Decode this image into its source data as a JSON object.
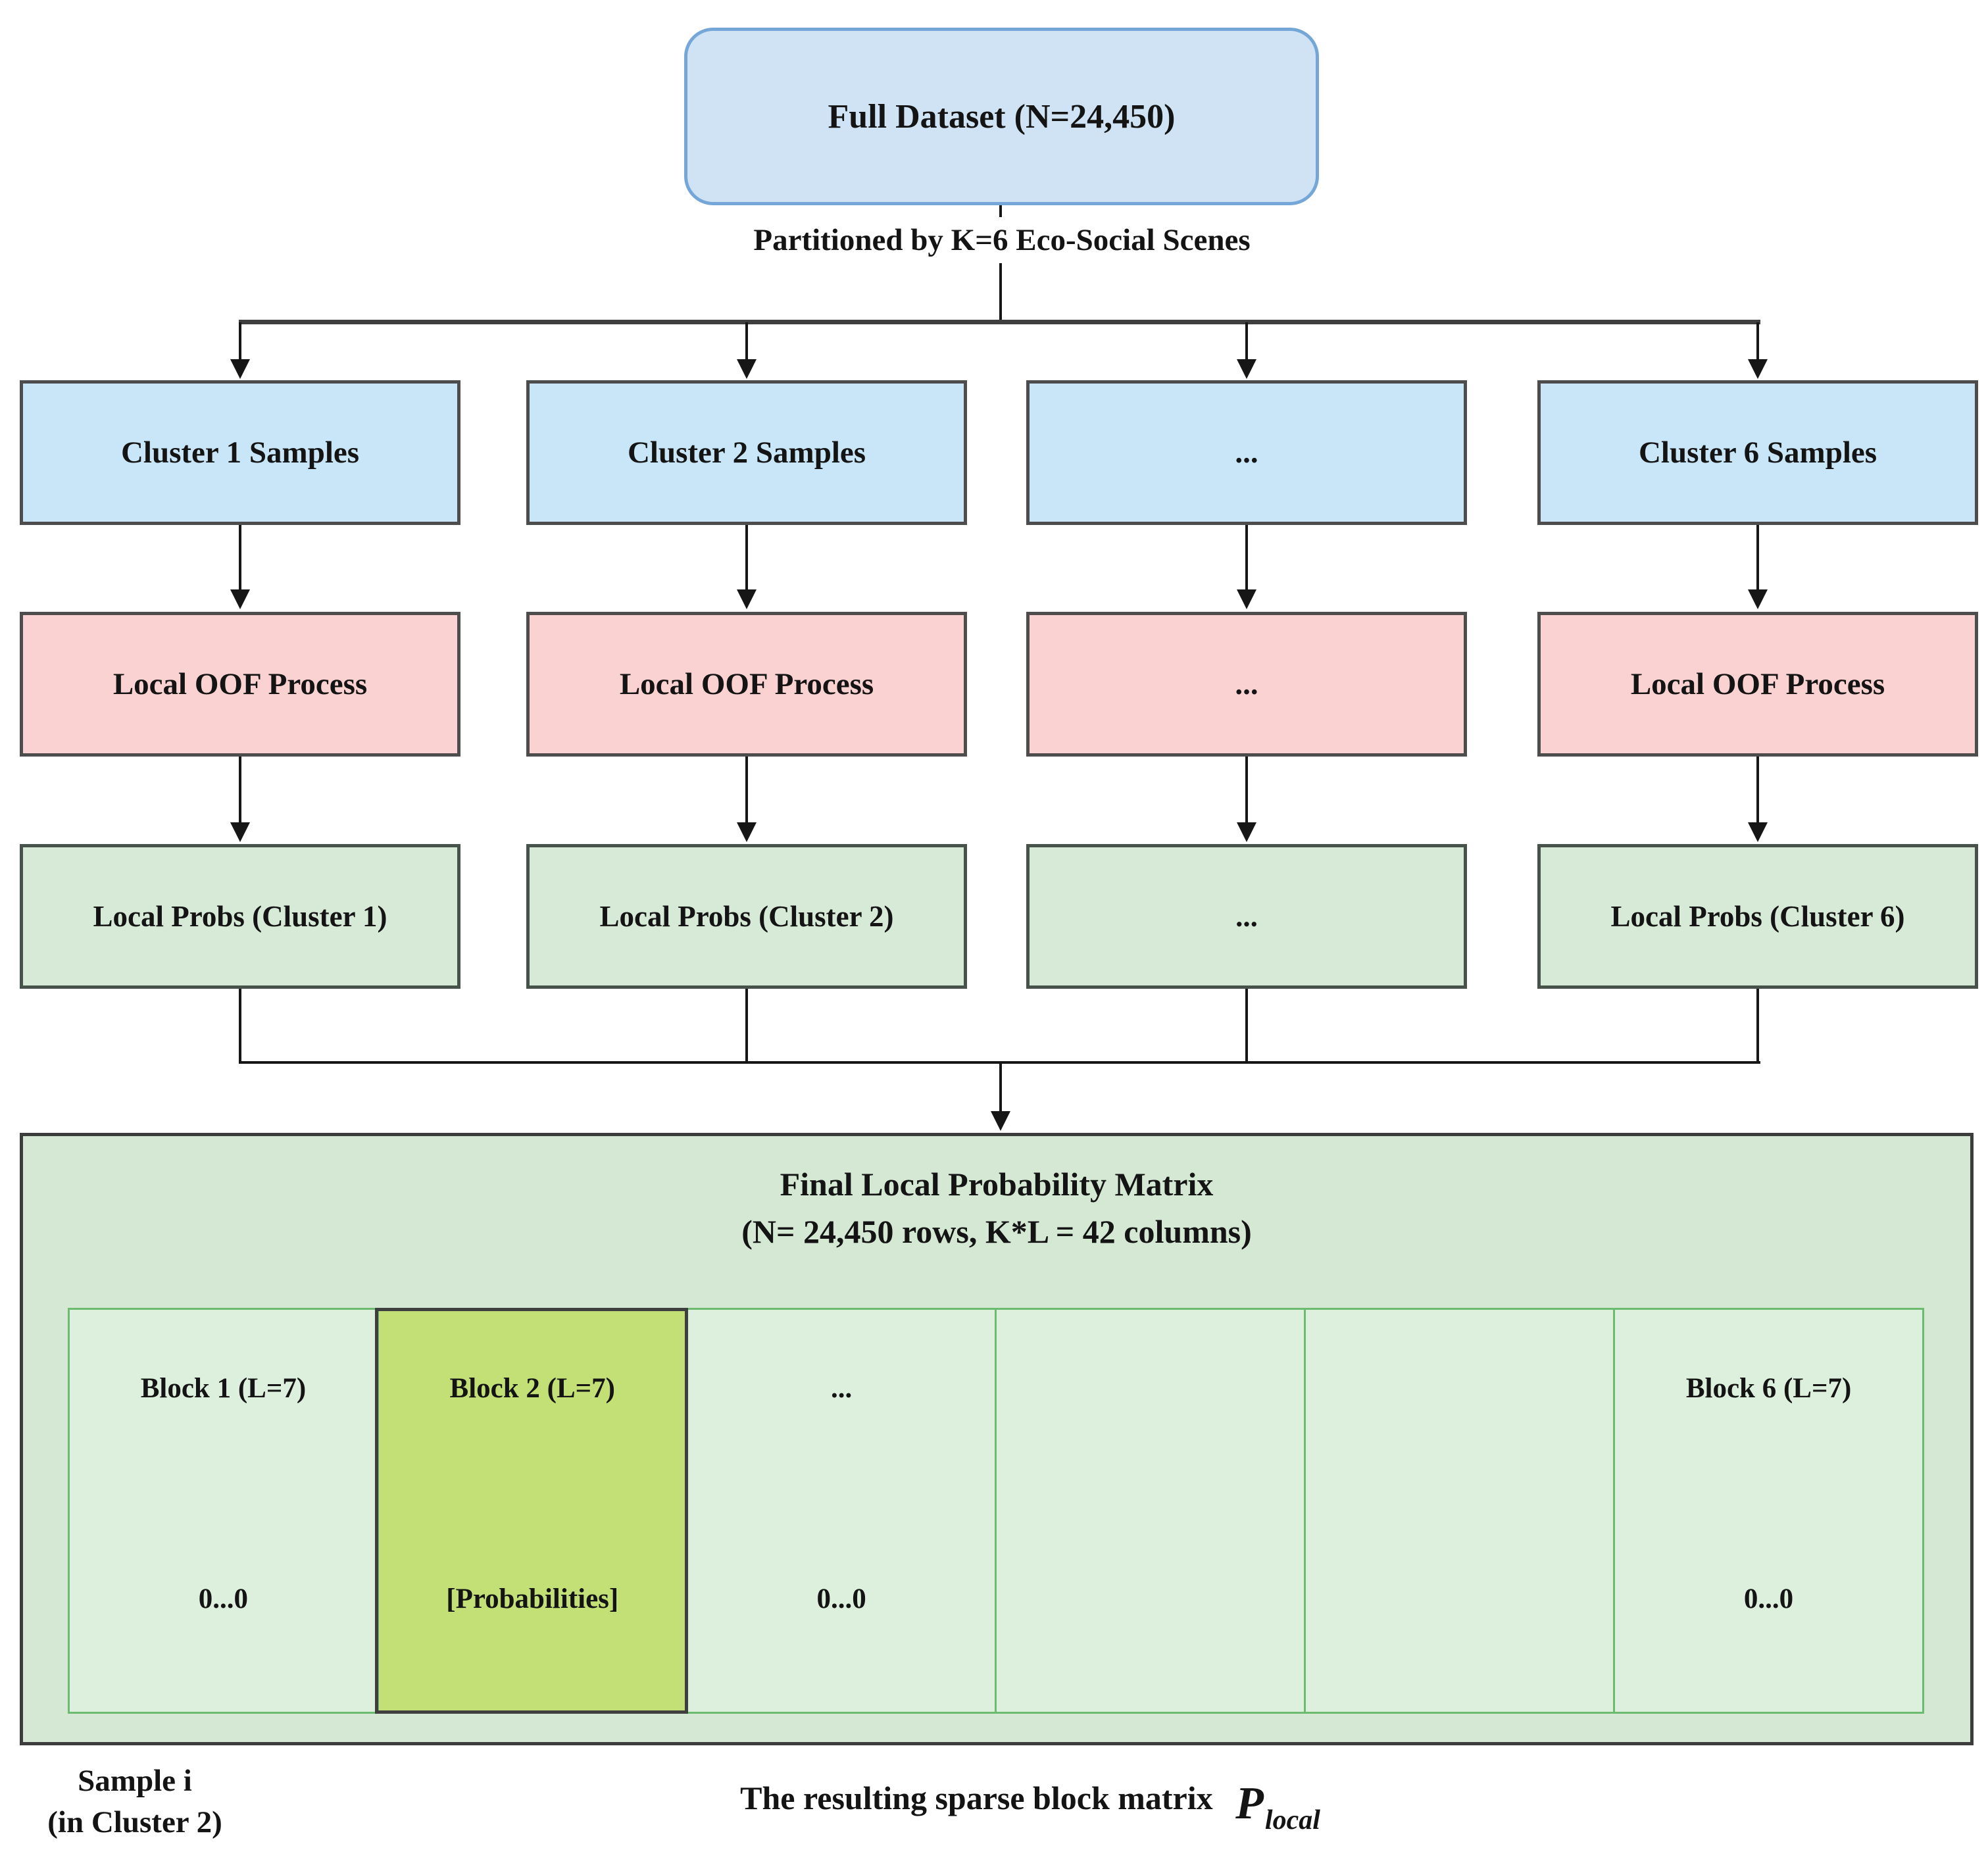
{
  "colors": {
    "root-fill": "#cfe3f5",
    "root-border": "#74a7d8",
    "cluster-fill": "#c8e6f8",
    "oof-fill": "#fbd2d2",
    "probs-fill": "#d7e9d7",
    "row-border": "#4d4d4d",
    "probs-border": "#46524a",
    "matrix-fill": "#d4e8d4",
    "matrix-border": "#3c3c3c",
    "block-fill": "#ddf0dd",
    "block-border": "#6dbb6e",
    "highlight-fill": "#c3e077",
    "highlight-border": "#3f3f3f",
    "line": "#161616",
    "branch-line": "#3f3f3f",
    "text": "#141414"
  },
  "diagram": {
    "root_label": "Full Dataset (N=24,450)",
    "partition_label": "Partitioned by K=6 Eco-Social Scenes",
    "columns": [
      {
        "cluster": "Cluster 1 Samples",
        "oof": "Local OOF Process",
        "probs": "Local Probs (Cluster 1)"
      },
      {
        "cluster": "Cluster 2 Samples",
        "oof": "Local OOF Process",
        "probs": "Local Probs (Cluster 2)"
      },
      {
        "cluster": "...",
        "oof": "...",
        "probs": "..."
      },
      {
        "cluster": "Cluster 6 Samples",
        "oof": "Local OOF Process",
        "probs": "Local Probs (Cluster 6)"
      }
    ],
    "matrix": {
      "title_line1": "Final Local Probability Matrix",
      "title_line2": "(N= 24,450 rows, K*L = 42 columns)",
      "blocks": [
        {
          "title": "Block 1 (L=7)",
          "value": "0...0"
        },
        {
          "title": "Block 2 (L=7)",
          "value": "[Probabilities]"
        },
        {
          "title": "...",
          "value": "0...0"
        },
        {
          "title": "",
          "value": ""
        },
        {
          "title": "",
          "value": ""
        },
        {
          "title": "Block 6 (L=7)",
          "value": "0...0"
        }
      ]
    },
    "sample_label": {
      "line1": "Sample i",
      "line2": "(in Cluster 2)"
    },
    "caption": {
      "text": "The resulting sparse block matrix",
      "math_main": "P",
      "math_sub": "local"
    }
  }
}
